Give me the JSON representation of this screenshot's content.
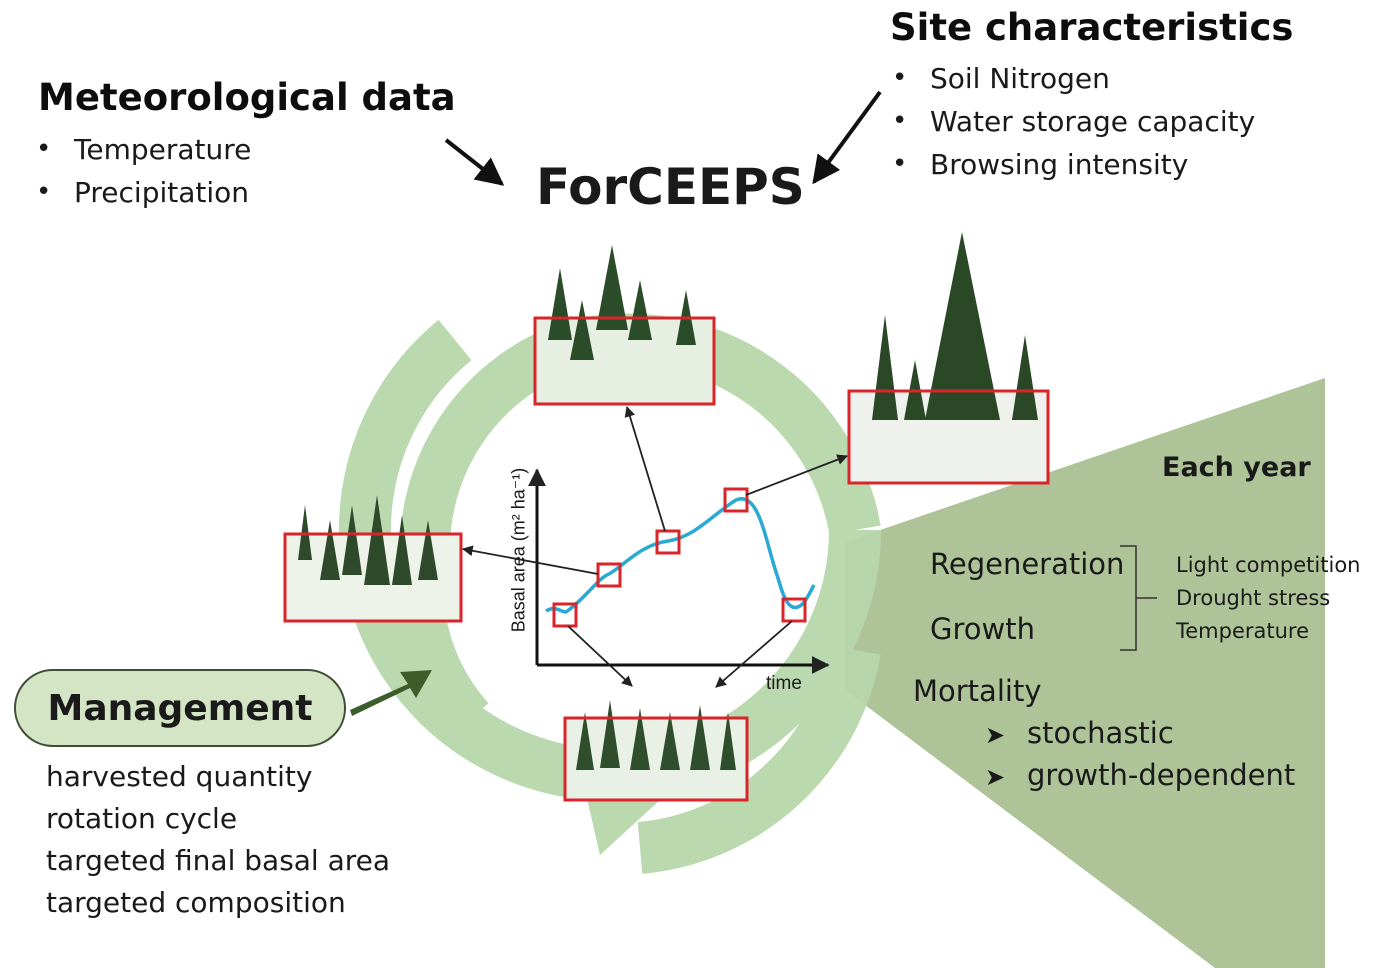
{
  "meteorological": {
    "title": "Meteorological data",
    "items": [
      "Temperature",
      "Precipitation"
    ]
  },
  "site": {
    "title": "Site characteristics",
    "items": [
      "Soil Nitrogen",
      "Water storage capacity",
      "Browsing intensity"
    ]
  },
  "model": {
    "name": "ForCEEPS"
  },
  "management": {
    "title": "Management",
    "items": [
      "harvested quantity",
      "rotation cycle",
      "targeted final basal area",
      "targeted composition"
    ]
  },
  "processes": {
    "header": "Each year",
    "regeneration": "Regeneration",
    "growth": "Growth",
    "mortality": "Mortality",
    "factors": [
      "Light competition",
      "Drought stress",
      "Temperature"
    ],
    "mortality_types": [
      "stochastic",
      "growth-dependent"
    ]
  },
  "chart": {
    "y_label": "Basal area (m² ha⁻¹)",
    "x_label": "time"
  },
  "colors": {
    "cycle_green": "#b5d5a8",
    "wedge_green": "#98b27c",
    "frame_red": "#d9242a",
    "curve_blue": "#2aa9d4",
    "arrow_dark_green": "#3d5e2a"
  }
}
